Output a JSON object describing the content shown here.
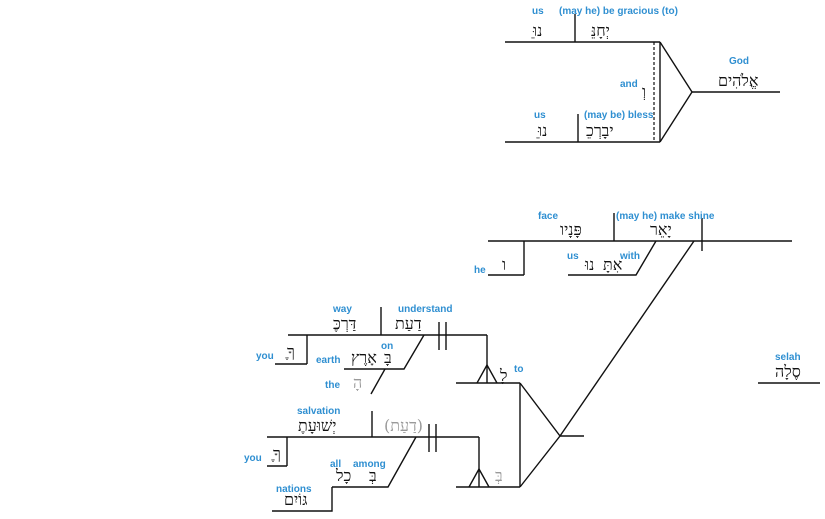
{
  "clause1": {
    "subject": {
      "hebrew": "אֱלֹהִים",
      "gloss": "God"
    },
    "conjunction": {
      "hebrew": "וְ",
      "gloss": "and"
    },
    "verb_gracious": {
      "hebrew": "יְחָנֵּ",
      "gloss": "(may he) be gracious (to)"
    },
    "obj_gracious": {
      "hebrew": "ֵנוּ",
      "gloss": "us"
    },
    "verb_bless": {
      "hebrew": "יבָרְכֵ",
      "gloss": "(may be) bless"
    },
    "obj_bless": {
      "hebrew": "ֵנוּ",
      "gloss": "us"
    }
  },
  "clause2": {
    "verb": {
      "hebrew": "יָאֵר",
      "gloss": "(may he) make shine"
    },
    "object": {
      "hebrew": "פָּנָיו",
      "gloss": "face"
    },
    "possessor": {
      "hebrew": "ו",
      "gloss": "he"
    },
    "prep": {
      "hebrew": "אִתָּ",
      "gloss": "with"
    },
    "prep_obj": {
      "hebrew": "נוּ",
      "gloss": "us"
    }
  },
  "purpose1": {
    "prep": {
      "hebrew": "לָ",
      "gloss": "to"
    },
    "verb": {
      "hebrew": "דַעַת",
      "gloss": "understand"
    },
    "object": {
      "hebrew": "דַּרְכֶּ",
      "gloss": "way"
    },
    "possessor": {
      "hebrew": "ֶךָ",
      "gloss": "you"
    },
    "loc_prep": {
      "hebrew": "בָּ",
      "gloss": "on"
    },
    "loc_obj": {
      "hebrew": "אָרֶץ",
      "gloss": "earth"
    },
    "article": {
      "hebrew": "הָ",
      "gloss": "the"
    }
  },
  "purpose2": {
    "prep": {
      "hebrew": "בְּ",
      "gloss": "among"
    },
    "verb": {
      "hebrew": "(דַעַת)"
    },
    "object": {
      "hebrew": "יְשׁוּעָתֶ",
      "gloss": "salvation"
    },
    "possessor": {
      "hebrew": "ֶךָ",
      "gloss": "you"
    },
    "quantifier": {
      "hebrew": "כָל",
      "gloss": "all"
    },
    "nations": {
      "hebrew": "גּוֹיִם",
      "gloss": "nations"
    }
  },
  "selah": {
    "hebrew": "סֶלָה",
    "gloss": "selah"
  }
}
